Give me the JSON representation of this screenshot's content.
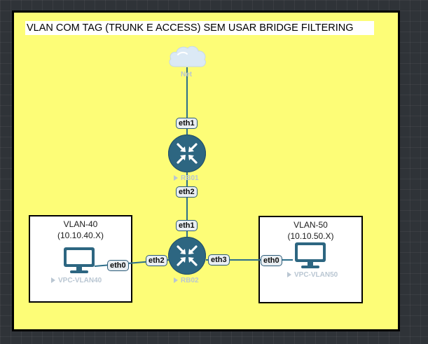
{
  "diagram": {
    "title": "VLAN COM TAG (TRUNK E ACCESS) SEM USAR BRIDGE FILTERING",
    "nodes": {
      "net": {
        "label": "Net",
        "icon": "cloud-icon"
      },
      "rb01": {
        "label": "RB01",
        "icon": "router-icon"
      },
      "rb02": {
        "label": "RB02",
        "icon": "router-icon"
      },
      "vpc_vlan40": {
        "label": "VPC-VLAN40",
        "icon": "monitor-icon"
      },
      "vpc_vlan50": {
        "label": "VPC-VLAN50",
        "icon": "monitor-icon"
      }
    },
    "vlan_boxes": {
      "vlan40": {
        "name": "VLAN-40",
        "subnet": "(10.10.40.X)"
      },
      "vlan50": {
        "name": "VLAN-50",
        "subnet": "(10.10.50.X)"
      }
    },
    "interfaces": {
      "rb01_eth1": "eth1",
      "rb01_eth2": "eth2",
      "rb02_eth1": "eth1",
      "rb02_eth2": "eth2",
      "rb02_eth3": "eth3",
      "vpc40_eth0": "eth0",
      "vpc50_eth0": "eth0"
    }
  },
  "colors": {
    "canvas_background": "#2f3338",
    "frame_background": "#fdfd77",
    "router": "#2d6681",
    "monitor": "#2d6681",
    "cloud": "#dbe9f5",
    "link": "#2c6e8a",
    "node_label": "#b9c6d2"
  }
}
